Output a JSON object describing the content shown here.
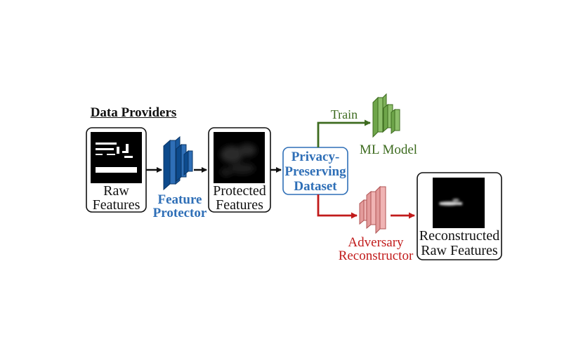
{
  "data_providers": {
    "title": "Data Providers"
  },
  "raw_features": {
    "label_line1": "Raw",
    "label_line2": "Features"
  },
  "feature_protector": {
    "line1": "Feature",
    "line2": "Protector",
    "color": "#2f6fb7"
  },
  "protected_features": {
    "line1": "Protected",
    "line2": "Features"
  },
  "dataset": {
    "line1": "Privacy-",
    "line2": "Preserving",
    "line3": "Dataset",
    "color": "#2f6fb7"
  },
  "train": {
    "label": "Train",
    "color": "#3d6b1f"
  },
  "ml_model": {
    "label": "ML Model",
    "color": "#3d6b1f",
    "block_color": "#8dbf6a"
  },
  "adversary": {
    "line1": "Adversary",
    "line2": "Reconstructor",
    "color": "#c11b1b",
    "block_color": "#f0b4b4"
  },
  "reconstructed": {
    "line1": "Reconstructed",
    "line2": "Raw Features"
  }
}
